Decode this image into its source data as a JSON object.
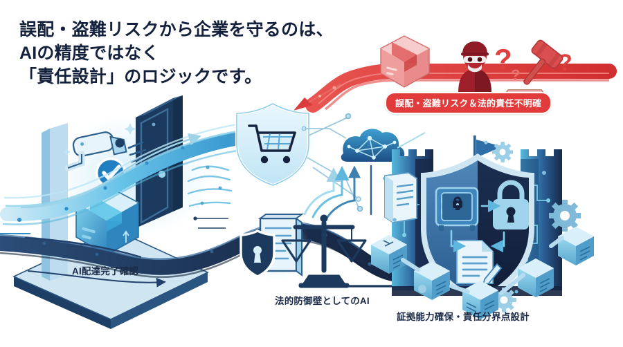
{
  "headline": {
    "lines": [
      "誤配・盗難リスクから企業を守るのは、",
      "AIの精度ではなく",
      "「責任設計」のロジックです。"
    ],
    "color": "#14213d"
  },
  "risk_banner": {
    "label": "誤配・盗難リスク＆法的責任不明確",
    "background": "#e23b3b",
    "text_color": "#ffffff",
    "ribbon_color": "#e03a3a",
    "icons": [
      "package-box-icon",
      "thief-masked-person-icon",
      "question-mark-large-icon",
      "question-mark-small-icon",
      "gavel-icon",
      "question-mark-right-icon"
    ]
  },
  "captions": {
    "left": "AI配達完了確認",
    "middle": "法的防御壁としてのAI",
    "right": "証拠能力確保・責任分界点設計"
  },
  "scenes": {
    "delivery": {
      "name": "AI delivery confirmation scene",
      "icons": [
        "security-camera-icon",
        "verified-check-badge-icon",
        "delivery-package-icon",
        "front-door-icon",
        "platform-base-icon",
        "data-stream-lines-icon"
      ]
    },
    "cart_shield": {
      "name": "E-commerce shield node",
      "icons": [
        "shield-icon",
        "shopping-cart-icon"
      ]
    },
    "ai_cloud": {
      "name": "AI cloud node",
      "icons": [
        "cloud-icon",
        "neural-network-graph-icon",
        "upload-arrows-icon"
      ]
    },
    "legal": {
      "name": "Legal defense wall scene",
      "icons": [
        "document-icon",
        "shield-keyhole-icon",
        "scales-of-justice-icon"
      ]
    },
    "fortress": {
      "name": "Evidence and liability fortress scene",
      "icons": [
        "castle-tower-left-icon",
        "castle-tower-right-icon",
        "flag-icon",
        "large-shield-icon",
        "safe-vault-icon",
        "padlock-icon",
        "signed-document-icon",
        "gear-icon",
        "blockchain-cube-icon",
        "circuit-trace-icon"
      ]
    }
  },
  "palette": {
    "navy_dark": "#16233f",
    "navy": "#1f3a63",
    "blue": "#2e7fc2",
    "cyan": "#5bc4e8",
    "cyan_light": "#a9dff2",
    "red": "#e03a3a",
    "red_dark": "#b22222",
    "red_light": "#f0a3a3",
    "background": "#ffffff"
  }
}
